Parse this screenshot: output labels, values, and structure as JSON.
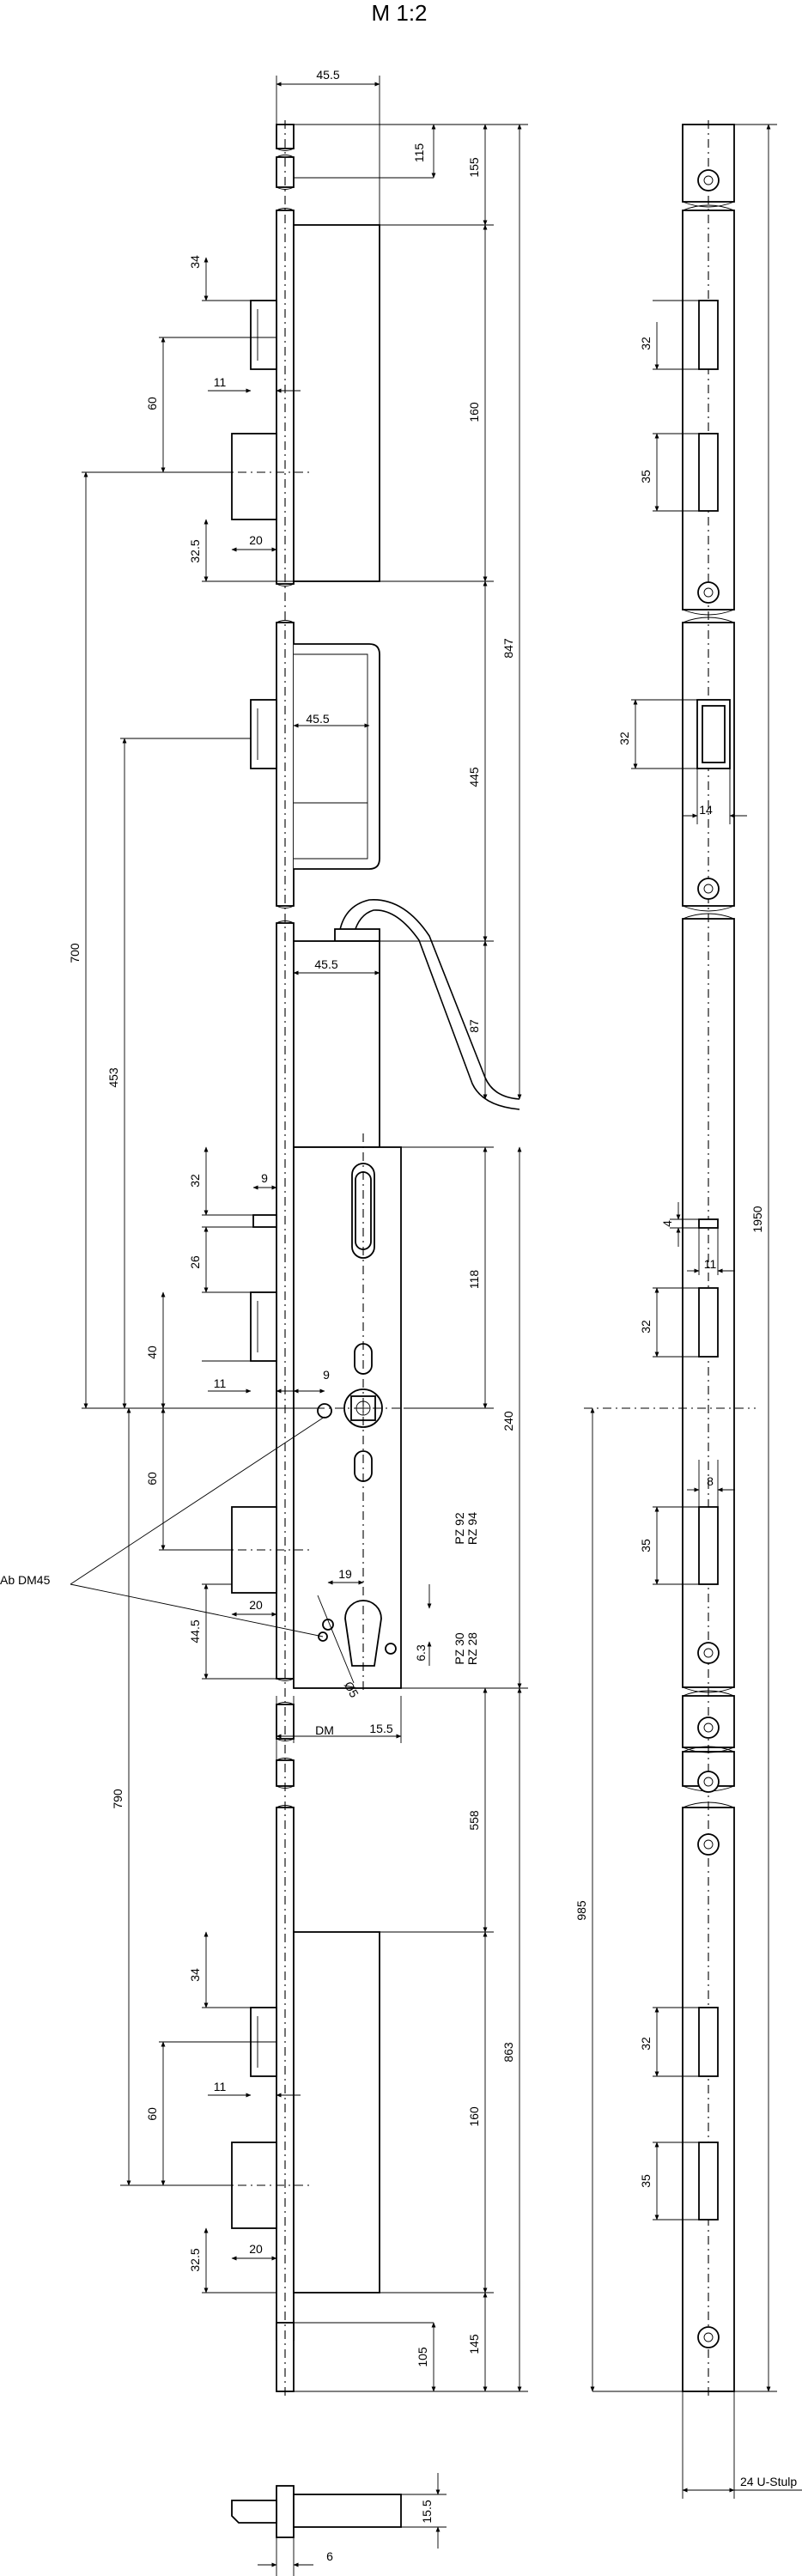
{
  "scale_label": "M 1:2",
  "variant_label": "Ab DM45",
  "cylinder_labels": {
    "pz_92": "PZ 92",
    "rz_94": "RZ 94",
    "pz_30": "PZ 30",
    "rz_28": "RZ 28"
  },
  "dm_label": "DM",
  "stulp_label": "24 U-Stulp",
  "diameter_label": "Ø5",
  "dims": {
    "d45_5_top": "45.5",
    "d115": "115",
    "d155": "155",
    "d34_top": "34",
    "d60_top": "60",
    "d11_top": "11",
    "d160_top": "160",
    "d20_top": "20",
    "d32_5_top": "32.5",
    "d700": "700",
    "d847": "847",
    "d45_5_hook": "45.5",
    "d445": "445",
    "d453": "453",
    "d45_5_lock": "45.5",
    "d87": "87",
    "d32_lock": "32",
    "d9_lock": "9",
    "d118": "118",
    "d26": "26",
    "d40": "40",
    "d11_mid": "11",
    "d9_mid": "9",
    "d240": "240",
    "d60_mid": "60",
    "d19": "19",
    "d20_mid": "20",
    "d44_5": "44.5",
    "d6_3": "6.3",
    "d15_5": "15.5",
    "d790": "790",
    "d558": "558",
    "d863": "863",
    "d34_bot": "34",
    "d60_bot": "60",
    "d11_bot": "11",
    "d160_bot": "160",
    "d20_bot": "20",
    "d32_5_bot": "32.5",
    "d105": "105",
    "d145": "145",
    "d15_5_bolt": "15.5",
    "d6_bolt": "6",
    "r32_a": "32",
    "r35_a": "35",
    "r32_hook": "32",
    "r14": "14",
    "r1950": "1950",
    "r4": "4",
    "r11": "11",
    "r32_b": "32",
    "r8": "8",
    "r35_b": "35",
    "r985": "985",
    "r32_c": "32",
    "r35_c": "35"
  }
}
